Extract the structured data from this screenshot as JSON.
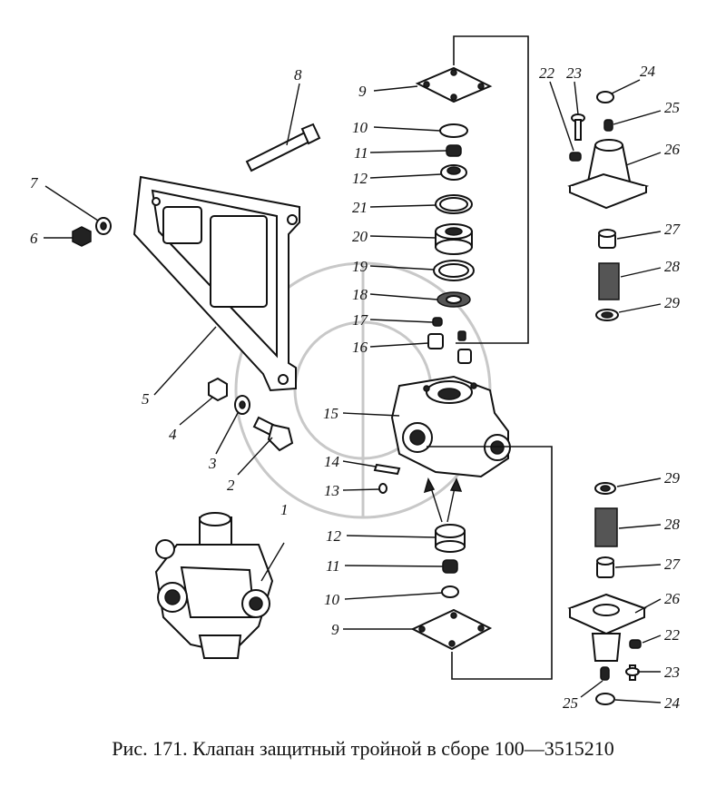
{
  "caption": "Рис. 171. Клапан защитный тройной в сборе 100—3515210",
  "labels": {
    "l1": "1",
    "l2": "2",
    "l3": "3",
    "l4": "4",
    "l5": "5",
    "l6": "6",
    "l7": "7",
    "l8": "8",
    "l9_top": "9",
    "l10_top": "10",
    "l11_top": "11",
    "l12_top": "12",
    "l21": "21",
    "l20": "20",
    "l19": "19",
    "l18": "18",
    "l17": "17",
    "l16": "16",
    "l15": "15",
    "l14": "14",
    "l13": "13",
    "l12_bot": "12",
    "l11_bot": "11",
    "l10_bot": "10",
    "l9_bot": "9",
    "l22_top": "22",
    "l23_top": "23",
    "l24_top": "24",
    "l25_top": "25",
    "l26_top": "26",
    "l27_top": "27",
    "l28_top": "28",
    "l29_top": "29",
    "l29_bot": "29",
    "l28_bot": "28",
    "l27_bot": "27",
    "l26_bot": "26",
    "l22_bot": "22",
    "l23_bot": "23",
    "l25_bot": "25",
    "l24_bot": "24"
  }
}
